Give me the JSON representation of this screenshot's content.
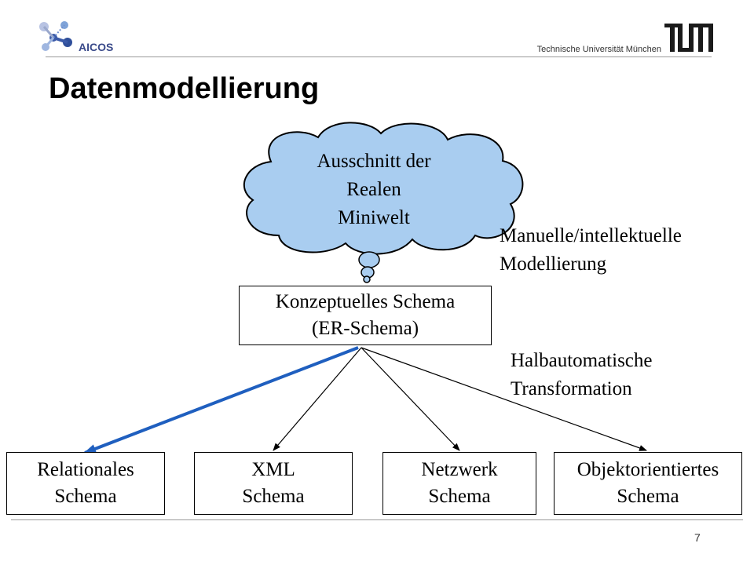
{
  "header": {
    "logo_text": "AICOS",
    "university": "Technische Universität München"
  },
  "slide": {
    "title": "Datenmodellierung",
    "page_number": "7"
  },
  "diagram": {
    "cloud": [
      "Ausschnitt der",
      "Realen",
      "Miniwelt"
    ],
    "conceptual": [
      "Konzeptuelles Schema",
      "(ER-Schema)"
    ],
    "label_manual": [
      "Manuelle/intellektuelle",
      "Modellierung"
    ],
    "label_transform": [
      "Halbautomatische",
      "Transformation"
    ],
    "targets": [
      [
        "Relationales",
        "Schema"
      ],
      [
        "XML",
        "Schema"
      ],
      [
        "Netzwerk",
        "Schema"
      ],
      [
        "Objektorientiertes",
        "Schema"
      ]
    ],
    "colors": {
      "cloud_fill": "#a9cdf0",
      "highlight_arrow": "#1f5fbf"
    }
  }
}
